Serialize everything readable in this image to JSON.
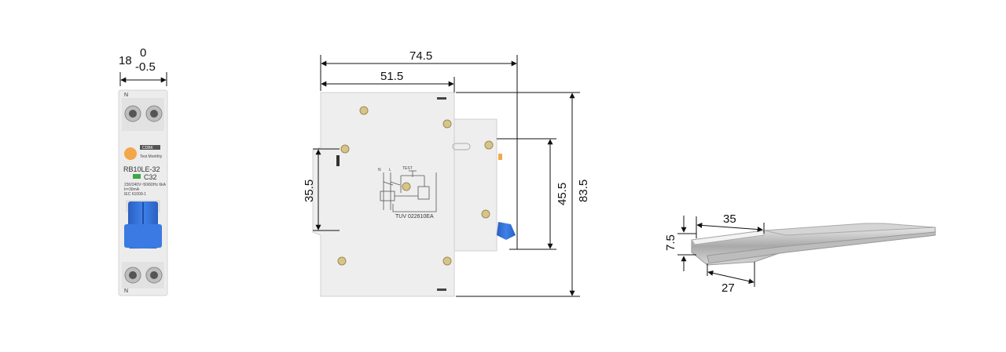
{
  "front_view": {
    "width_dim": "18",
    "tolerance_upper": "0",
    "tolerance_lower": "-0.5",
    "terminal_top_label": "N",
    "terminal_bottom_label": "N",
    "brand": "CDBK",
    "test_label": "Test Monthly",
    "model": "RB10LE-32",
    "rating": "C32",
    "spec_line1": "230/240V~50/60Hz 6kA",
    "spec_line2": "Ir=30mA",
    "spec_line3": "IEC 61009-1"
  },
  "side_view": {
    "overall_depth": "74.5",
    "rail_depth": "51.5",
    "clip_height": "35.5",
    "front_height": "45.5",
    "overall_height": "83.5",
    "test_label": "TEST",
    "cert_label": "TUV 022610EA",
    "n_label": "N",
    "l_label": "L"
  },
  "din_rail": {
    "top_width": "35",
    "base_width": "27",
    "height": "7.5"
  },
  "colors": {
    "body": "#ececec",
    "blue_toggle": "#2f6fd6",
    "orange_button": "#f3a64a",
    "rail_metal": "#c9c9c9"
  }
}
